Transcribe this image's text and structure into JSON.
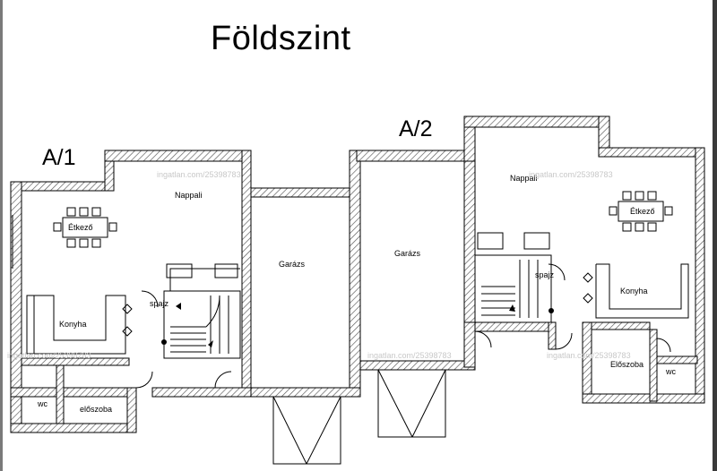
{
  "title": "Földszint",
  "units": {
    "a1": "A/1",
    "a2": "A/2"
  },
  "rooms": {
    "a1_nappali": "Nappali",
    "a1_etkezo": "Étkező",
    "a1_konyha": "Konyha",
    "a1_spajz": "spajz",
    "a1_wc": "wc",
    "a1_eloszoba": "előszoba",
    "a1_garazs": "Garázs",
    "a2_garazs": "Garázs",
    "a2_nappali": "Nappali",
    "a2_etkezo": "Étkező",
    "a2_konyha": "Konyha",
    "a2_spajz": "spajz",
    "a2_eloszoba": "Előszoba",
    "a2_wc": "wc"
  },
  "watermark": "ingatlan.com/25398783",
  "colors": {
    "wall": "#000000",
    "hatch": "#555555",
    "background": "#ffffff",
    "watermark": "#c8c8c8"
  }
}
